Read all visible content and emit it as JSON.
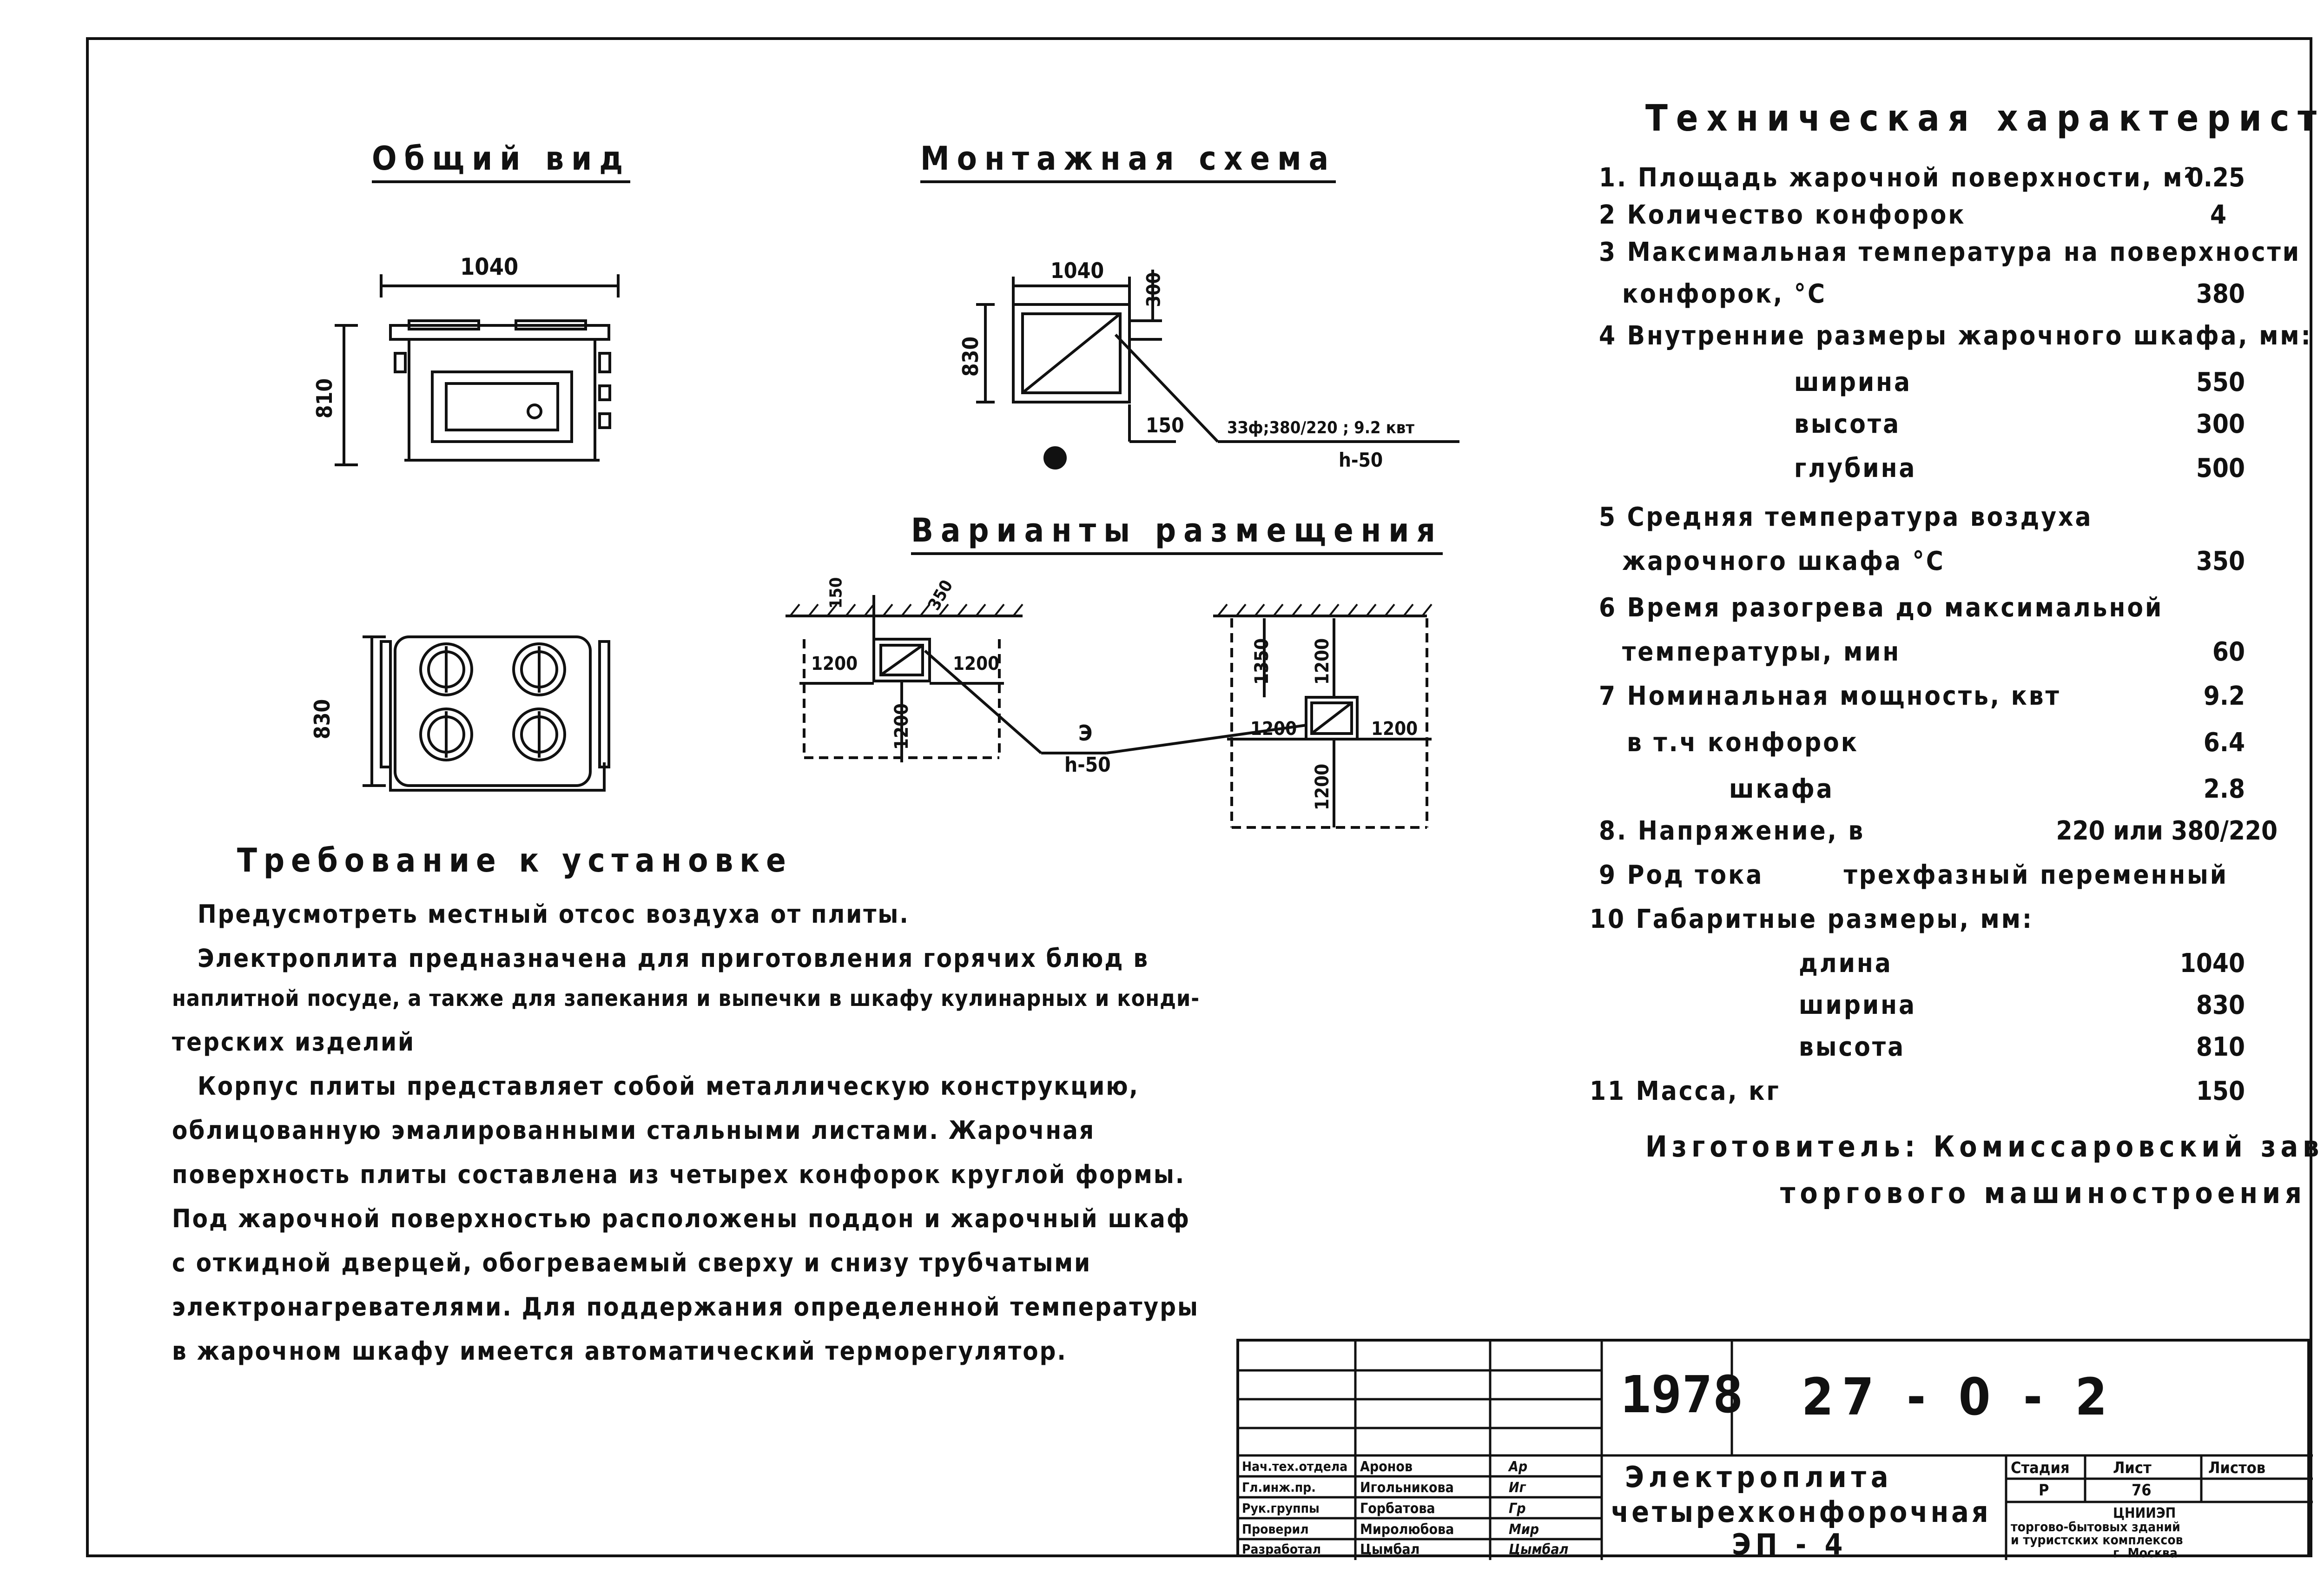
{
  "headings": {
    "general_view": "Общий вид",
    "mounting_scheme": "Монтажная схема",
    "placement_variants": "Варианты размещения",
    "tech_spec": "Техническая характеристика",
    "installation_req": "Требование к установке"
  },
  "dimensions": {
    "top_length": "1040",
    "front_height": "810",
    "plan_depth": "830",
    "ms_length": "1040",
    "ms_offset": "300",
    "ms_depth": "830",
    "ms_150": "150",
    "ms_power": "3Зф;380/220 ; 9.2 квт",
    "ms_h": "h-50",
    "pv_150": "150",
    "pv_350": "350",
    "pv_1200_l": "1200",
    "pv_1200_r": "1200",
    "pv_1200_b": "1200",
    "pv_e": "Э",
    "pv_h": "h-50",
    "pv_1350": "1350",
    "pv_1200_t2": "1200",
    "pv_1200_l2": "1200",
    "pv_1200_r2": "1200",
    "pv_1200_b2": "1200"
  },
  "spec_items": [
    {
      "label": "1. Площадь жарочной поверхности, м²",
      "value": "0.25"
    },
    {
      "label": "2 Количество конфорок",
      "value": "4"
    },
    {
      "label": "3 Максимальная температура на поверхности",
      "value": ""
    },
    {
      "label": "конфорок, °С",
      "value": "380"
    },
    {
      "label": "4 Внутренние размеры жарочного шкафа, мм:",
      "value": ""
    },
    {
      "label": "ширина",
      "value": "550"
    },
    {
      "label": "высота",
      "value": "300"
    },
    {
      "label": "глубина",
      "value": "500"
    },
    {
      "label": "5 Средняя температура воздуха",
      "value": ""
    },
    {
      "label": "жарочного шкафа °С",
      "value": "350"
    },
    {
      "label": "6 Время разогрева до максимальной",
      "value": ""
    },
    {
      "label": "температуры, мин",
      "value": "60"
    },
    {
      "label": "7 Номинальная мощность, квт",
      "value": "9.2"
    },
    {
      "label": "в т.ч конфорок",
      "value": "6.4"
    },
    {
      "label": "шкафа",
      "value": "2.8"
    },
    {
      "label": "8. Напряжение, в",
      "value": "220 или 380/220"
    },
    {
      "label": "9 Род тока        трехфазный переменный",
      "value": ""
    },
    {
      "label": "10 Габаритные размеры, мм:",
      "value": ""
    },
    {
      "label": "длина",
      "value": "1040"
    },
    {
      "label": "ширина",
      "value": "830"
    },
    {
      "label": "высота",
      "value": "810"
    },
    {
      "label": "11 Масса, кг",
      "value": "150"
    }
  ],
  "manufacturer": {
    "line1": "Изготовитель: Комиссаровский завод",
    "line2": "торгового машиностроения"
  },
  "requirements": [
    "Предусмотреть местный отсос воздуха от плиты.",
    "Электроплита предназначена для приготовления горячих блюд в",
    "наплитной посуде, а также для запекания и выпечки в шкафу кулинарных и конди-",
    "терских изделий",
    "Корпус плиты представляет собой металлическую конструкцию,",
    "облицованную эмалированными стальными листами. Жарочная",
    "поверхность плиты составлена из четырех конфорок круглой формы.",
    "Под жарочной поверхностью расположены поддон и жарочный шкаф",
    "с откидной дверцей, обогреваемый сверху и снизу трубчатыми",
    "электронагревателями. Для поддержания определенной температуры",
    "в жарочном шкафу имеется автоматический терморегулятор."
  ],
  "stamp": {
    "year": "1978",
    "code": "27 - 0 - 2",
    "title1": "Электроплита",
    "title2": "четырехконфорочная",
    "title3": "ЭП - 4",
    "stage_h": "Стадия",
    "sheet_h": "Лист",
    "sheets_h": "Листов",
    "stage": "Р",
    "sheet": "76",
    "org1": "ЦНИИЭП",
    "org2": "торгово-бытовых зданий",
    "org3": "и туристских комплексов",
    "org4": "г. Москва",
    "roles": [
      {
        "role": "Нач.тех.отдела",
        "name": "Аронов",
        "sign": "Ар"
      },
      {
        "role": "Гл.инж.пр.",
        "name": "Игольникова",
        "sign": "Иг"
      },
      {
        "role": "Рук.группы",
        "name": "Горбатова",
        "sign": "Гр"
      },
      {
        "role": "Проверил",
        "name": "Миролюбова",
        "sign": "Мир"
      },
      {
        "role": "Разработал",
        "name": "Цымбал",
        "sign": "Цымбал"
      }
    ]
  }
}
